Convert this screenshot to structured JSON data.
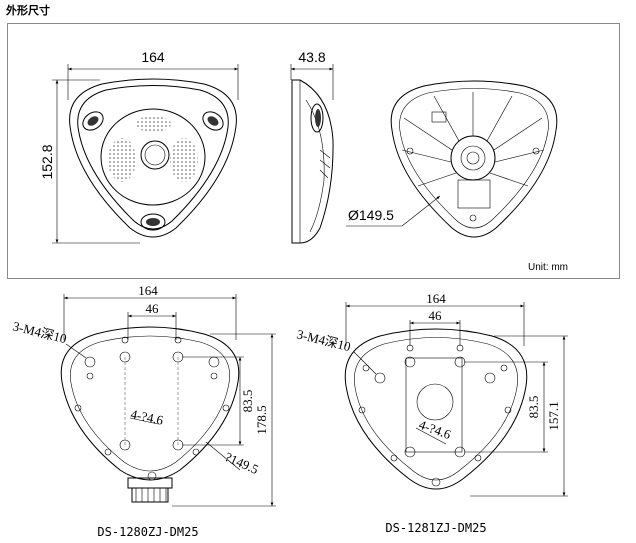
{
  "title": "外形尺寸",
  "unit_label": "Unit: mm",
  "top_views": {
    "front": {
      "width": "164",
      "height": "152.8"
    },
    "side": {
      "depth": "43.8"
    },
    "back": {
      "diameter": "Ø149.5"
    }
  },
  "bottom_left": {
    "model": "DS-1280ZJ-DM25",
    "width": "164",
    "inner_width": "46",
    "screw": "3-M4深10",
    "hole": "4-?4.6",
    "height_inner": "83.5",
    "height_outer": "178.5",
    "diameter": "?149.5"
  },
  "bottom_right": {
    "model": "DS-1281ZJ-DM25",
    "width": "164",
    "inner_width": "46",
    "screw": "3-M4深10",
    "hole": "4-?4.6",
    "height_inner": "83.5",
    "height_outer": "157.1"
  }
}
